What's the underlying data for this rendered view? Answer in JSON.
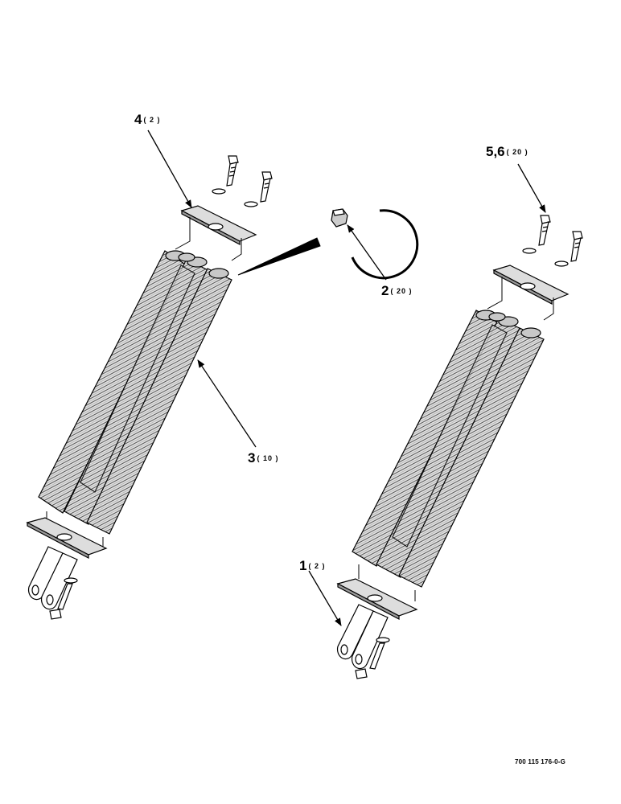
{
  "callouts": {
    "c1": {
      "num": "1",
      "qty": "( 2 )"
    },
    "c2": {
      "num": "2",
      "qty": "( 20 )"
    },
    "c3": {
      "num": "3",
      "qty": "( 10 )"
    },
    "c4": {
      "num": "4",
      "qty": "( 2 )"
    },
    "c56": {
      "num": "5,6",
      "qty": "( 20 )"
    }
  },
  "drawing_id": "700 115 176-0-G",
  "colors": {
    "ink": "#000000",
    "spring_fill": "#d9d9d9",
    "paper": "#ffffff"
  }
}
